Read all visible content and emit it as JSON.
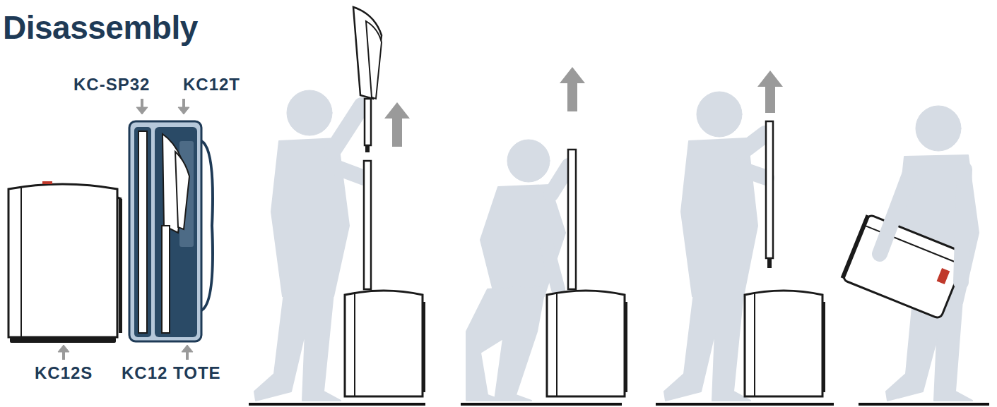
{
  "diagram": {
    "title": "Disassembly",
    "labels": [
      "KC-SP32",
      "KC12T",
      "KC12S",
      "KC12 TOTE"
    ]
  }
}
